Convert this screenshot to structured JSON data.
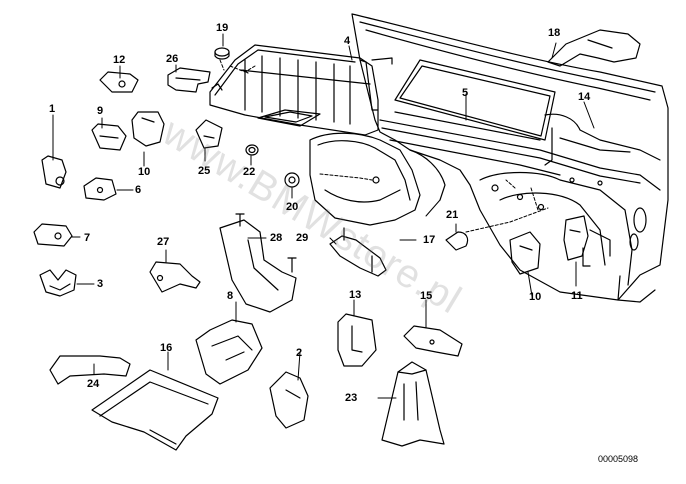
{
  "diagram": {
    "watermark": "www.BMWstore.pl",
    "part_code": "00005098",
    "callouts": [
      {
        "id": "c1",
        "text": "1"
      },
      {
        "id": "c2",
        "text": "2"
      },
      {
        "id": "c3",
        "text": "3"
      },
      {
        "id": "c4",
        "text": "4"
      },
      {
        "id": "c5",
        "text": "5"
      },
      {
        "id": "c6",
        "text": "6"
      },
      {
        "id": "c7",
        "text": "7"
      },
      {
        "id": "c8",
        "text": "8"
      },
      {
        "id": "c9",
        "text": "9"
      },
      {
        "id": "c10a",
        "text": "10"
      },
      {
        "id": "c10b",
        "text": "10"
      },
      {
        "id": "c11",
        "text": "11"
      },
      {
        "id": "c12",
        "text": "12"
      },
      {
        "id": "c13",
        "text": "13"
      },
      {
        "id": "c14",
        "text": "14"
      },
      {
        "id": "c15",
        "text": "15"
      },
      {
        "id": "c16",
        "text": "16"
      },
      {
        "id": "c17",
        "text": "17"
      },
      {
        "id": "c18",
        "text": "18"
      },
      {
        "id": "c19",
        "text": "19"
      },
      {
        "id": "c20",
        "text": "20"
      },
      {
        "id": "c21",
        "text": "21"
      },
      {
        "id": "c22",
        "text": "22"
      },
      {
        "id": "c23",
        "text": "23"
      },
      {
        "id": "c24",
        "text": "24"
      },
      {
        "id": "c25",
        "text": "25"
      },
      {
        "id": "c26",
        "text": "26"
      },
      {
        "id": "c27",
        "text": "27"
      },
      {
        "id": "c28",
        "text": "28"
      },
      {
        "id": "c29",
        "text": "29"
      }
    ]
  }
}
